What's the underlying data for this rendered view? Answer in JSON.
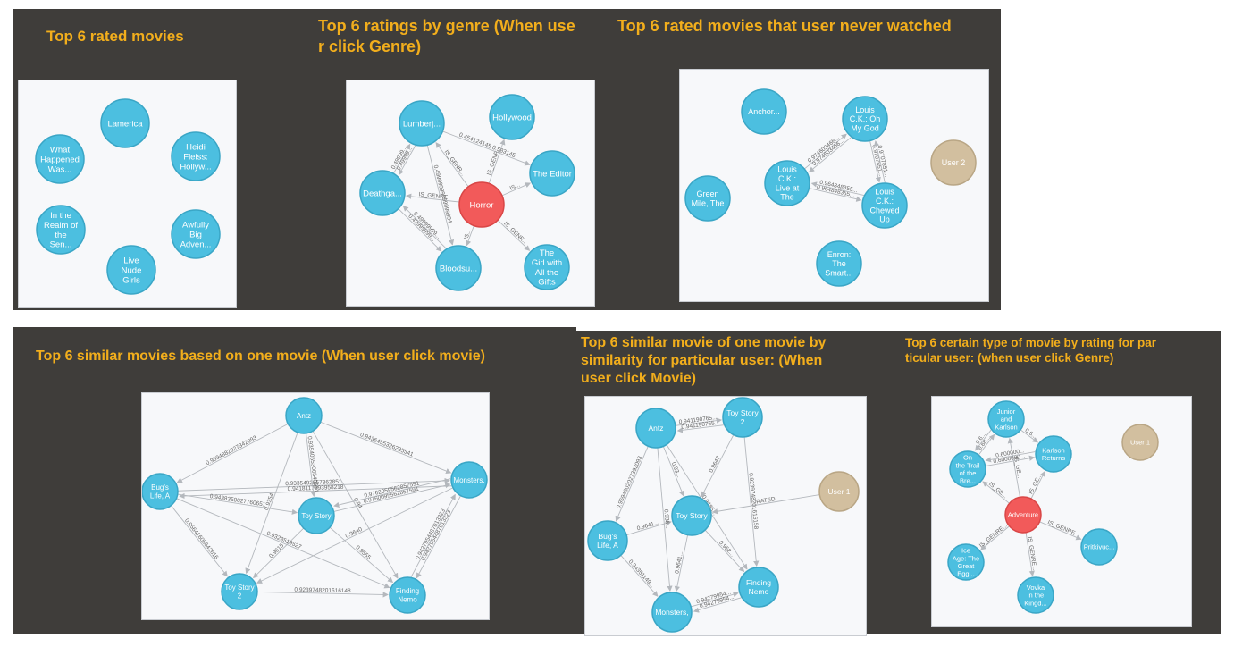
{
  "colors": {
    "background": "#3f3d3a",
    "title": "#f2ae1c",
    "movie_node": "#4cbfe0",
    "movie_stroke": "#3aa6c6",
    "genre_node": "#f25a5a",
    "genre_stroke": "#d94646",
    "user_node": "#d2bf9f",
    "user_stroke": "#b9a685",
    "edge": "#b4b8bd"
  },
  "panels": [
    {
      "id": "p1",
      "title_lines": [
        "Top 6 rated movies"
      ],
      "nodes": [
        {
          "id": "lamerica",
          "lines": [
            "Lamerica"
          ],
          "kind": "movie"
        },
        {
          "id": "heidi",
          "lines": [
            "Heidi",
            "Fleiss:",
            "Hollyw..."
          ],
          "kind": "movie"
        },
        {
          "id": "awfully",
          "lines": [
            "Awfully",
            "Big",
            "Adven..."
          ],
          "kind": "movie"
        },
        {
          "id": "livenude",
          "lines": [
            "Live",
            "Nude",
            "Girls"
          ],
          "kind": "movie"
        },
        {
          "id": "realm",
          "lines": [
            "In the",
            "Realm of",
            "the",
            "Sen..."
          ],
          "kind": "movie"
        },
        {
          "id": "whathappened",
          "lines": [
            "What",
            "Happened",
            "Was..."
          ],
          "kind": "movie"
        }
      ],
      "edges": []
    },
    {
      "id": "p2",
      "title_lines": [
        "Top 6 ratings by genre (When use",
        "r click Genre)"
      ],
      "nodes": [
        {
          "id": "horror",
          "lines": [
            "Horror"
          ],
          "kind": "genre"
        },
        {
          "id": "lumberj",
          "lines": [
            "Lumberj..."
          ],
          "kind": "movie"
        },
        {
          "id": "hollywood",
          "lines": [
            "Hollywood"
          ],
          "kind": "movie"
        },
        {
          "id": "editor",
          "lines": [
            "The Editor"
          ],
          "kind": "movie"
        },
        {
          "id": "girlgifts",
          "lines": [
            "The",
            "Girl with",
            "All the",
            "Gifts"
          ],
          "kind": "movie"
        },
        {
          "id": "bloodsu",
          "lines": [
            "Bloodsu..."
          ],
          "kind": "movie"
        },
        {
          "id": "deathga",
          "lines": [
            "Deathga..."
          ],
          "kind": "movie"
        }
      ],
      "edges": [
        {
          "from": "horror",
          "to": "lumberj",
          "label": "IS_GENR..."
        },
        {
          "from": "horror",
          "to": "hollywood",
          "label": "IS_GENR..."
        },
        {
          "from": "horror",
          "to": "editor",
          "label": "IS..."
        },
        {
          "from": "horror",
          "to": "girlgifts",
          "label": "IS_GENR..."
        },
        {
          "from": "horror",
          "to": "bloodsu",
          "label": "IS..."
        },
        {
          "from": "horror",
          "to": "deathga",
          "label": "IS_GENRE"
        },
        {
          "from": "lumberj",
          "to": "editor",
          "label": "0.454124145 0.583145"
        },
        {
          "from": "deathga",
          "to": "lumberj",
          "label": "0.49999..."
        },
        {
          "from": "lumberj",
          "to": "deathga",
          "label": "0.49999..."
        },
        {
          "from": "lumberj",
          "to": "bloodsu",
          "label": "0.49999999999999994"
        },
        {
          "from": "deathga",
          "to": "bloodsu",
          "label": "0.49999999..."
        },
        {
          "from": "bloodsu",
          "to": "deathga",
          "label": "0.49999999..."
        }
      ]
    },
    {
      "id": "p3",
      "title_lines": [
        "Top 6 rated movies that user never watched"
      ],
      "nodes": [
        {
          "id": "anchor",
          "lines": [
            "Anchor..."
          ],
          "kind": "movie"
        },
        {
          "id": "ohmygod",
          "lines": [
            "Louis",
            "C.K.: Oh",
            "My God"
          ],
          "kind": "movie"
        },
        {
          "id": "user2",
          "lines": [
            "User 2"
          ],
          "kind": "user"
        },
        {
          "id": "liveat",
          "lines": [
            "Louis",
            "C.K.:",
            "Live at",
            "The"
          ],
          "kind": "movie"
        },
        {
          "id": "chewed",
          "lines": [
            "Louis",
            "C.K.:",
            "Chewed",
            "Up"
          ],
          "kind": "movie"
        },
        {
          "id": "greenmile",
          "lines": [
            "Green",
            "Mile, The"
          ],
          "kind": "movie"
        },
        {
          "id": "enron",
          "lines": [
            "Enron:",
            "The",
            "Smart..."
          ],
          "kind": "movie"
        }
      ],
      "edges": [
        {
          "from": "liveat",
          "to": "ohmygod",
          "label": "0.974603466..."
        },
        {
          "from": "ohmygod",
          "to": "liveat",
          "label": "0.974603466..."
        },
        {
          "from": "ohmygod",
          "to": "chewed",
          "label": "0.9707851..."
        },
        {
          "from": "chewed",
          "to": "ohmygod",
          "label": "0.9707851..."
        },
        {
          "from": "liveat",
          "to": "chewed",
          "label": "0.964848355..."
        },
        {
          "from": "chewed",
          "to": "liveat",
          "label": "0.964848355..."
        }
      ]
    },
    {
      "id": "p4",
      "title_lines": [
        "Top 6 similar movies based on one movie (When user click movie)"
      ],
      "nodes": [
        {
          "id": "antz",
          "lines": [
            "Antz"
          ],
          "kind": "movie"
        },
        {
          "id": "monsters",
          "lines": [
            "Monsters,"
          ],
          "kind": "movie"
        },
        {
          "id": "bugs",
          "lines": [
            "Bug's",
            "Life, A"
          ],
          "kind": "movie"
        },
        {
          "id": "toystory",
          "lines": [
            "Toy Story"
          ],
          "kind": "movie"
        },
        {
          "id": "toystory2",
          "lines": [
            "Toy Story",
            "2"
          ],
          "kind": "movie"
        },
        {
          "id": "nemo",
          "lines": [
            "Finding",
            "Nemo"
          ],
          "kind": "movie"
        }
      ],
      "edges": [
        {
          "from": "antz",
          "to": "bugs",
          "label": "0.9594882027342093"
        },
        {
          "from": "antz",
          "to": "monsters",
          "label": "0.9436455326285541"
        },
        {
          "from": "bugs",
          "to": "monsters",
          "label": "0.9335492557362851"
        },
        {
          "from": "monsters",
          "to": "bugs",
          "label": "0.9418117693958218"
        },
        {
          "from": "antz",
          "to": "toystory",
          "label": "0.9354055300549651"
        },
        {
          "from": "antz",
          "to": "toystory2",
          "label": "0.9354"
        },
        {
          "from": "antz",
          "to": "nemo",
          "label": "0.94"
        },
        {
          "from": "bugs",
          "to": "toystory",
          "label": "0.9438350027760651"
        },
        {
          "from": "toystory",
          "to": "monsters",
          "label": "0.9760095562857591"
        },
        {
          "from": "monsters",
          "to": "toystory",
          "label": "0.9762059562857591"
        },
        {
          "from": "bugs",
          "to": "toystory2",
          "label": "0.95641608642616"
        },
        {
          "from": "toystory",
          "to": "toystory2",
          "label": "0.9615"
        },
        {
          "from": "toystory",
          "to": "nemo",
          "label": "0.9555"
        },
        {
          "from": "toystory2",
          "to": "nemo",
          "label": "0.9239748201616148"
        },
        {
          "from": "monsters",
          "to": "nemo",
          "label": "0.9427954487013323"
        },
        {
          "from": "nemo",
          "to": "monsters",
          "label": "0.9427954487013323"
        },
        {
          "from": "bugs",
          "to": "nemo",
          "label": "0.9323519527"
        },
        {
          "from": "monsters",
          "to": "toystory2",
          "label": "0.9640"
        }
      ]
    },
    {
      "id": "p5",
      "title_lines": [
        "Top 6 similar movie of one movie by",
        "similarity for particular user: (When",
        "user click Movie)"
      ],
      "nodes": [
        {
          "id": "antz",
          "lines": [
            "Antz"
          ],
          "kind": "movie"
        },
        {
          "id": "toystory2",
          "lines": [
            "Toy Story",
            "2"
          ],
          "kind": "movie"
        },
        {
          "id": "user1",
          "lines": [
            "User 1"
          ],
          "kind": "user"
        },
        {
          "id": "toystory",
          "lines": [
            "Toy Story"
          ],
          "kind": "movie"
        },
        {
          "id": "bugs",
          "lines": [
            "Bug's",
            "Life, A"
          ],
          "kind": "movie"
        },
        {
          "id": "nemo",
          "lines": [
            "Finding",
            "Nemo"
          ],
          "kind": "movie"
        },
        {
          "id": "monsters",
          "lines": [
            "Monsters,"
          ],
          "kind": "movie"
        }
      ],
      "edges": [
        {
          "from": "antz",
          "to": "toystory2",
          "label": "0.941190765..."
        },
        {
          "from": "toystory2",
          "to": "antz",
          "label": "0.941190765..."
        },
        {
          "from": "user1",
          "to": "toystory",
          "label": "RATED"
        },
        {
          "from": "antz",
          "to": "bugs",
          "label": "0.9594802027392093"
        },
        {
          "from": "antz",
          "to": "toystory",
          "label": "0.93..."
        },
        {
          "from": "toystory2",
          "to": "toystory",
          "label": "0.9647"
        },
        {
          "from": "toystory2",
          "to": "nemo",
          "label": "0.9239748201616158"
        },
        {
          "from": "bugs",
          "to": "toystory",
          "label": "0.9641..."
        },
        {
          "from": "bugs",
          "to": "monsters",
          "label": "0.94351149..."
        },
        {
          "from": "toystory",
          "to": "monsters",
          "label": "0.9641..."
        },
        {
          "from": "toystory",
          "to": "nemo",
          "label": "0.952..."
        },
        {
          "from": "monsters",
          "to": "nemo",
          "label": "0.94279954..."
        },
        {
          "from": "nemo",
          "to": "monsters",
          "label": "0.94279954..."
        },
        {
          "from": "antz",
          "to": "monsters",
          "label": "0.936..."
        },
        {
          "from": "antz",
          "to": "nemo",
          "label": "0.9485..."
        }
      ]
    },
    {
      "id": "p6",
      "title_lines": [
        "Top 6 certain type of movie by rating for par",
        "ticular user: (when user click Genre)"
      ],
      "nodes": [
        {
          "id": "junior",
          "lines": [
            "Junior",
            "and",
            "Karlson"
          ],
          "kind": "movie"
        },
        {
          "id": "user1",
          "lines": [
            "User 1"
          ],
          "kind": "user"
        },
        {
          "id": "karlson",
          "lines": [
            "Karlson",
            "Returns"
          ],
          "kind": "movie"
        },
        {
          "id": "ontrail",
          "lines": [
            "On",
            "the Trail",
            "of the",
            "Bre..."
          ],
          "kind": "movie"
        },
        {
          "id": "adventure",
          "lines": [
            "Adventure"
          ],
          "kind": "genre"
        },
        {
          "id": "pritkiy",
          "lines": [
            "Pritkiyuc..."
          ],
          "kind": "movie"
        },
        {
          "id": "iceage",
          "lines": [
            "Ice",
            "Age: The",
            "Great",
            "Egg..."
          ],
          "kind": "movie"
        },
        {
          "id": "vovka",
          "lines": [
            "Vovka",
            "in the",
            "Kingd..."
          ],
          "kind": "movie"
        }
      ],
      "edges": [
        {
          "from": "adventure",
          "to": "junior",
          "label": "IS_GE..."
        },
        {
          "from": "adventure",
          "to": "karlson",
          "label": "IS_GE..."
        },
        {
          "from": "adventure",
          "to": "ontrail",
          "label": "IS_GE..."
        },
        {
          "from": "adventure",
          "to": "pritkiy",
          "label": "IS_GENRE"
        },
        {
          "from": "adventure",
          "to": "iceage",
          "label": "IS_GENRE..."
        },
        {
          "from": "adventure",
          "to": "vovka",
          "label": "IS_GENRE..."
        },
        {
          "from": "ontrail",
          "to": "junior",
          "label": "0.68..."
        },
        {
          "from": "junior",
          "to": "ontrail",
          "label": "0.6..."
        },
        {
          "from": "ontrail",
          "to": "karlson",
          "label": "0.6000000..."
        },
        {
          "from": "karlson",
          "to": "ontrail",
          "label": "0.600000..."
        },
        {
          "from": "junior",
          "to": "karlson",
          "label": "0.6..."
        }
      ]
    }
  ]
}
